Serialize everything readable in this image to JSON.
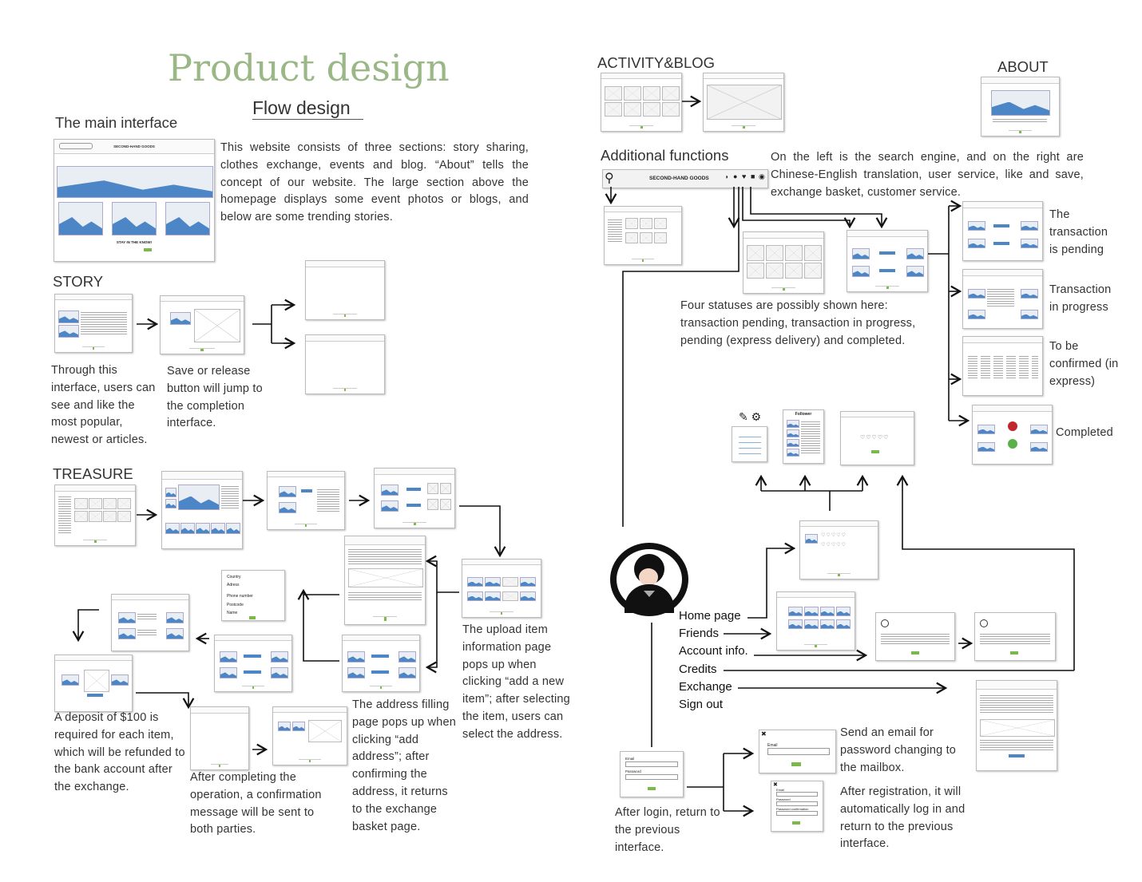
{
  "title": "Product design",
  "subtitle": "Flow design",
  "brand": "SECOND-HAND GOODS",
  "main_interface": {
    "heading": "The main interface",
    "description": "This website consists of three sections: story sharing, clothes exchange, events and blog. “About” tells the concept of our website. The large section above the homepage displays some event photos or blogs, and below are some trending stories.",
    "stay": "STAY IN THE KNOW!"
  },
  "story": {
    "heading": "STORY",
    "note1": "Through this interface, users can see and like the most popular, newest or articles.",
    "note2": "Save or release button will jump to the completion interface."
  },
  "treasure": {
    "heading": "TREASURE",
    "note_deposit": "A deposit of $100 is required for each item, which will be refunded to the bank account after the exchange.",
    "note_confirm": "After completing the operation, a confirmation message will be sent to both parties.",
    "note_address": "The address filling page pops up when clicking “add address”; after confirming the address, it returns to the exchange basket page.",
    "note_upload": "The upload item information page pops up when clicking “add a new item”; after selecting the item, users can select the address.",
    "address_form": [
      "Country",
      "Adress",
      "Phone number",
      "Postcode",
      "Name"
    ]
  },
  "activity": {
    "heading": "ACTIVITY&BLOG"
  },
  "about": {
    "heading": "ABOUT"
  },
  "additional": {
    "heading": "Additional functions",
    "description": "On the left is the search engine, and on the right are Chinese-English translation, user service, like and save, exchange basket, customer service.",
    "statuses_note": "Four statuses are possibly shown here: transaction pending, transaction in progress, pending (express delivery) and completed.",
    "status_labels": [
      "The transaction is pending",
      "Transaction in progress",
      "To be confirmed (in express)",
      "Completed"
    ],
    "follower": "Follower"
  },
  "user_menu": [
    "Home page",
    "Friends",
    "Account info.",
    "Credits",
    "Exchange",
    "Sign out"
  ],
  "login": {
    "email_label": "Email",
    "password_label": "Password",
    "note_login": "After login, return to the previous interface.",
    "note_email": "Send an email for password changing to the mailbox.",
    "note_register": "After registration, it will automatically log in and return to the previous interface.",
    "password_confirm": "Password confirmation"
  },
  "colors": {
    "title": "#9ab786",
    "accent": "#4c86c6",
    "button": "#7cb94b"
  }
}
